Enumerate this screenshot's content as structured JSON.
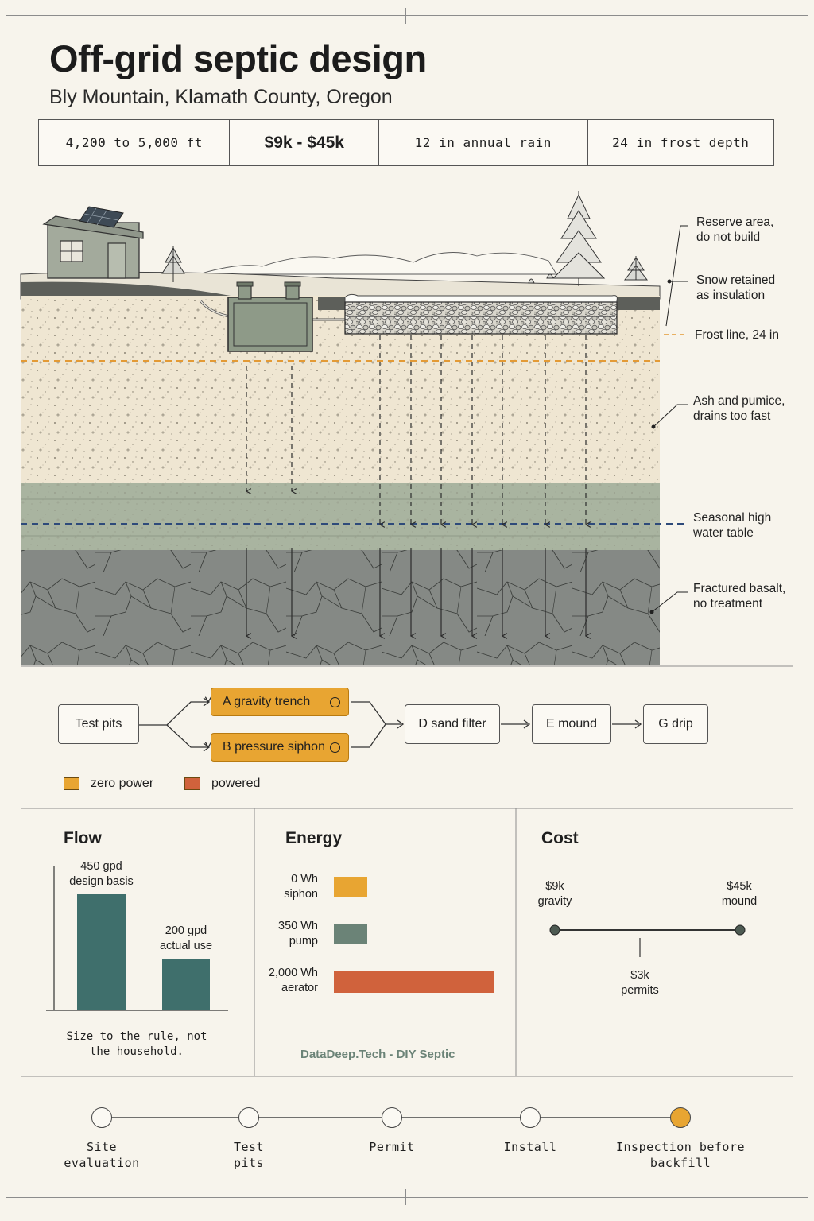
{
  "header": {
    "title": "Off-grid septic design",
    "subtitle": "Bly Mountain, Klamath County, Oregon"
  },
  "stats": [
    {
      "text": "4,200 to 5,000 ft"
    },
    {
      "text": "$9k - $45k"
    },
    {
      "text": "12 in annual rain"
    },
    {
      "text": "24 in frost depth"
    }
  ],
  "cross_section": {
    "labels": {
      "reserve": [
        "Reserve area,",
        "do not build"
      ],
      "snow": [
        "Snow retained",
        "as insulation"
      ],
      "frost": [
        "Frost line, 24 in"
      ],
      "ash": [
        "Ash and pumice,",
        "drains too fast"
      ],
      "water": [
        "Seasonal high",
        "water table"
      ],
      "basalt": [
        "Fractured basalt,",
        "no treatment"
      ]
    },
    "colors": {
      "sand": "#efe6d2",
      "water_layer": "#a9b4a0",
      "basalt": "#858985",
      "frost_line": "#e39a35",
      "water_line": "#2e4a7a",
      "tank": "#8e9a88"
    }
  },
  "flow": {
    "start": "Test pits",
    "option_a": "A gravity trench",
    "option_b": "B pressure siphon",
    "steps": [
      "D sand filter",
      "E mound",
      "G drip"
    ],
    "legend": [
      {
        "label": "zero power",
        "color": "#e8a532"
      },
      {
        "label": "powered",
        "color": "#d0623c"
      }
    ]
  },
  "panels": {
    "flow": {
      "title": "Flow",
      "bars": [
        {
          "label": [
            "450 gpd",
            "design basis"
          ],
          "value": 450
        },
        {
          "label": [
            "200 gpd",
            "actual use"
          ],
          "value": 200
        }
      ],
      "color": "#3f6f6c",
      "note": [
        "Size to the rule, not",
        "the household."
      ]
    },
    "energy": {
      "title": "Energy",
      "bars": [
        {
          "label": [
            "0 Wh",
            "siphon"
          ],
          "value": 0,
          "color": "#e8a532"
        },
        {
          "label": [
            "350 Wh",
            "pump"
          ],
          "value": 350,
          "color": "#6b8377"
        },
        {
          "label": [
            "2,000 Wh",
            "aerator"
          ],
          "value": 2000,
          "color": "#d0623c"
        }
      ],
      "footer": "DataDeep.Tech - DIY Septic"
    },
    "cost": {
      "title": "Cost",
      "low": [
        "$9k",
        "gravity"
      ],
      "high": [
        "$45k",
        "mound"
      ],
      "mid": [
        "$3k",
        "permits"
      ]
    }
  },
  "timeline": [
    {
      "label": [
        "Site",
        "evaluation"
      ],
      "active": false
    },
    {
      "label": [
        "Test",
        "pits"
      ],
      "active": false
    },
    {
      "label": [
        "Permit"
      ],
      "active": false
    },
    {
      "label": [
        "Install"
      ],
      "active": false
    },
    {
      "label": [
        "Inspection before",
        "backfill"
      ],
      "active": true
    }
  ],
  "timeline_active_color": "#e8a532"
}
